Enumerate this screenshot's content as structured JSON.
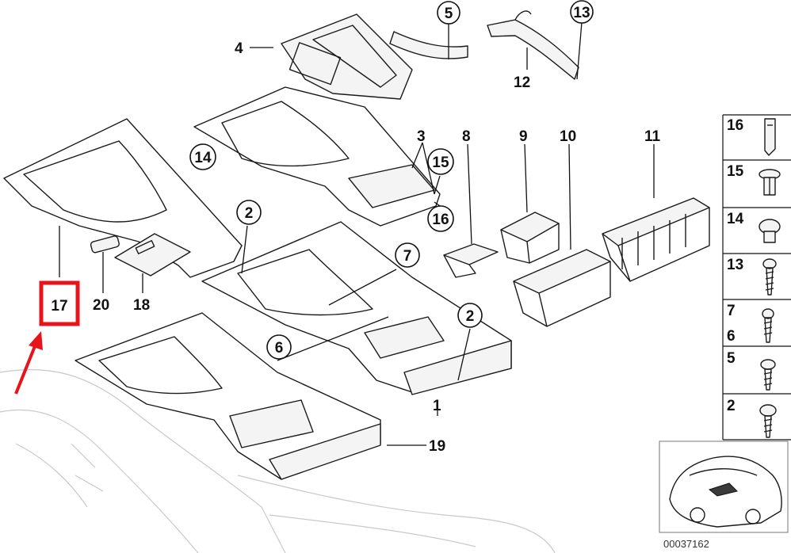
{
  "diagram": {
    "callouts": [
      "1",
      "2",
      "3",
      "4",
      "5",
      "6",
      "7",
      "8",
      "9",
      "10",
      "11",
      "12",
      "13",
      "14",
      "15",
      "16",
      "17",
      "18",
      "19",
      "20"
    ],
    "highlighted_part": "17",
    "legend": [
      {
        "number": "16",
        "icon": "clip-icon"
      },
      {
        "number": "15",
        "icon": "expanding-rivet-icon"
      },
      {
        "number": "14",
        "icon": "rivet-icon"
      },
      {
        "number": "13",
        "icon": "screw-icon"
      },
      {
        "number": "7",
        "number2": "6",
        "icon": "screw-icon"
      },
      {
        "number": "5",
        "icon": "screw-icon"
      },
      {
        "number": "2",
        "icon": "screw-icon"
      }
    ],
    "diagram_code": "00037162",
    "colors": {
      "highlight": "#e8141b",
      "line": "#1a1a1a"
    }
  }
}
